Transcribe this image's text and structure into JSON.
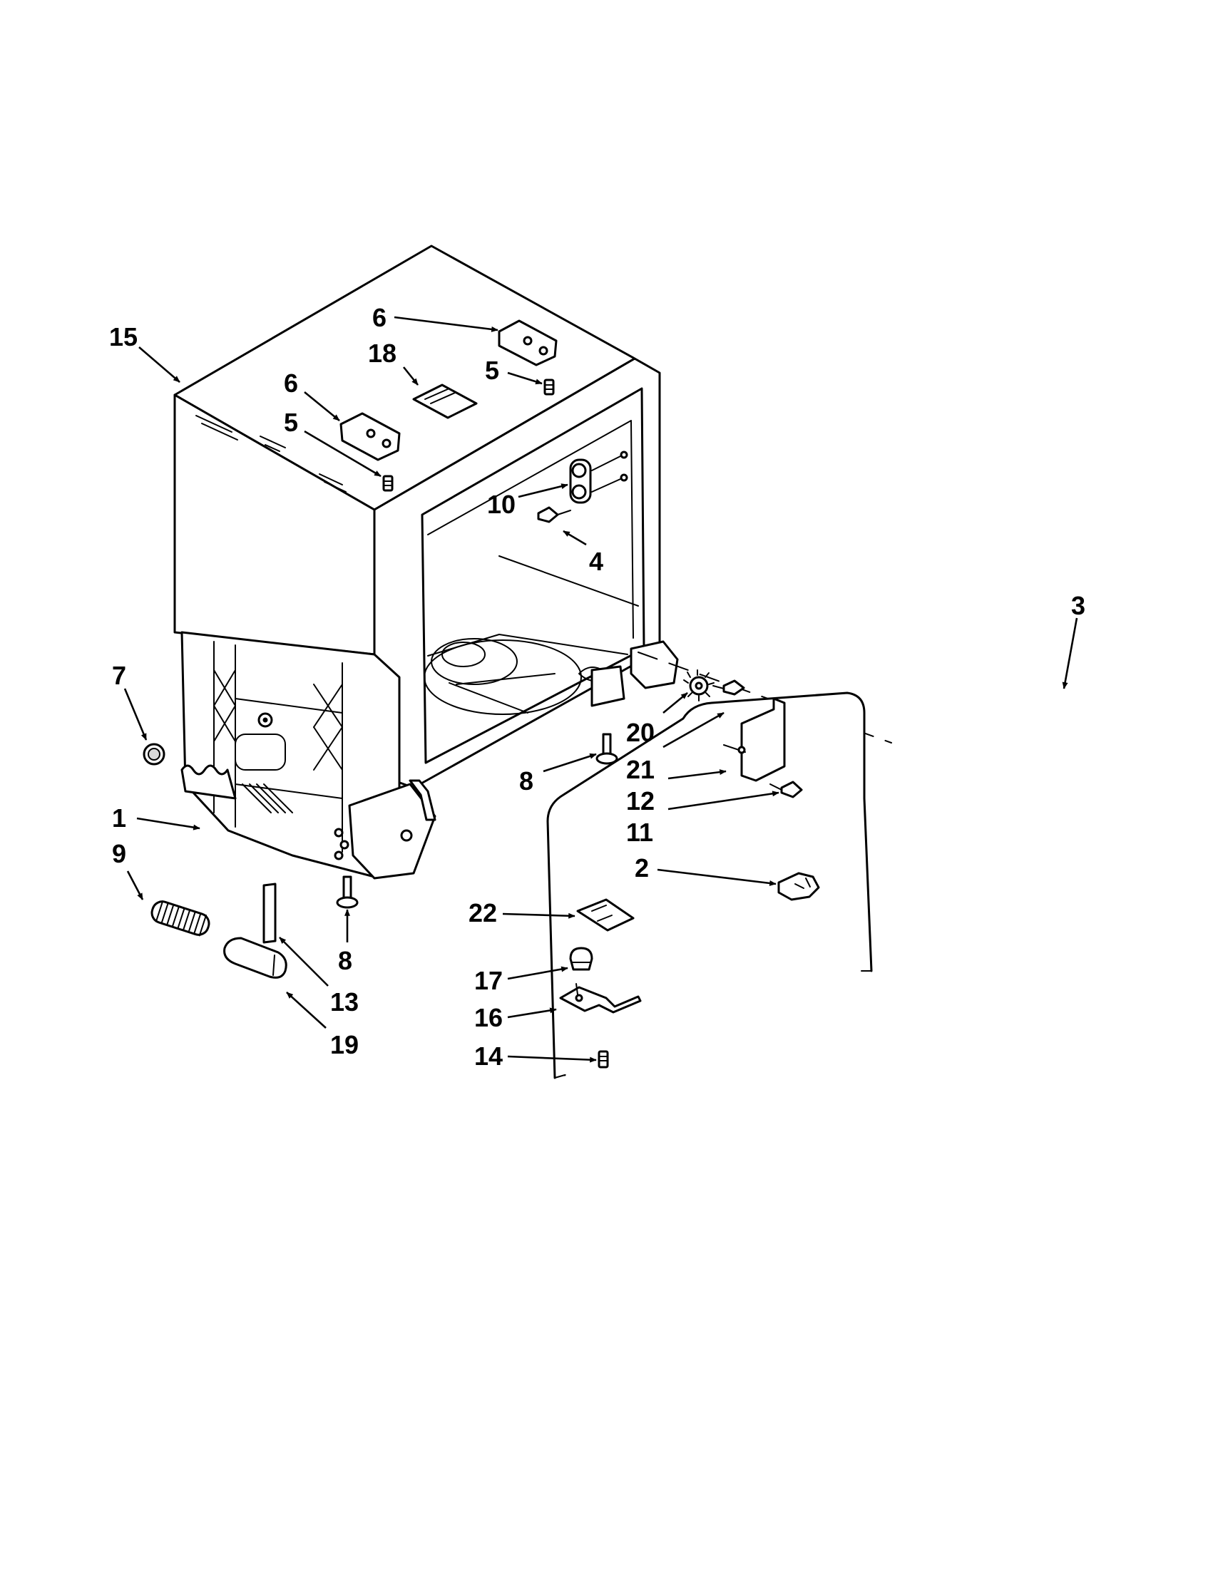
{
  "callouts": [
    {
      "id": "c15",
      "label": "15"
    },
    {
      "id": "c6a",
      "label": "6"
    },
    {
      "id": "c18",
      "label": "18"
    },
    {
      "id": "c5a",
      "label": "5"
    },
    {
      "id": "c6b",
      "label": "6"
    },
    {
      "id": "c5b",
      "label": "5"
    },
    {
      "id": "c10",
      "label": "10"
    },
    {
      "id": "c4",
      "label": "4"
    },
    {
      "id": "c3",
      "label": "3"
    },
    {
      "id": "c7",
      "label": "7"
    },
    {
      "id": "c20",
      "label": "20"
    },
    {
      "id": "c21",
      "label": "21"
    },
    {
      "id": "c8a",
      "label": "8"
    },
    {
      "id": "c12",
      "label": "12"
    },
    {
      "id": "c1",
      "label": "1"
    },
    {
      "id": "c11",
      "label": "11"
    },
    {
      "id": "c9",
      "label": "9"
    },
    {
      "id": "c2",
      "label": "2"
    },
    {
      "id": "c22",
      "label": "22"
    },
    {
      "id": "c8b",
      "label": "8"
    },
    {
      "id": "c13",
      "label": "13"
    },
    {
      "id": "c17",
      "label": "17"
    },
    {
      "id": "c16",
      "label": "16"
    },
    {
      "id": "c19",
      "label": "19"
    },
    {
      "id": "c14",
      "label": "14"
    }
  ]
}
